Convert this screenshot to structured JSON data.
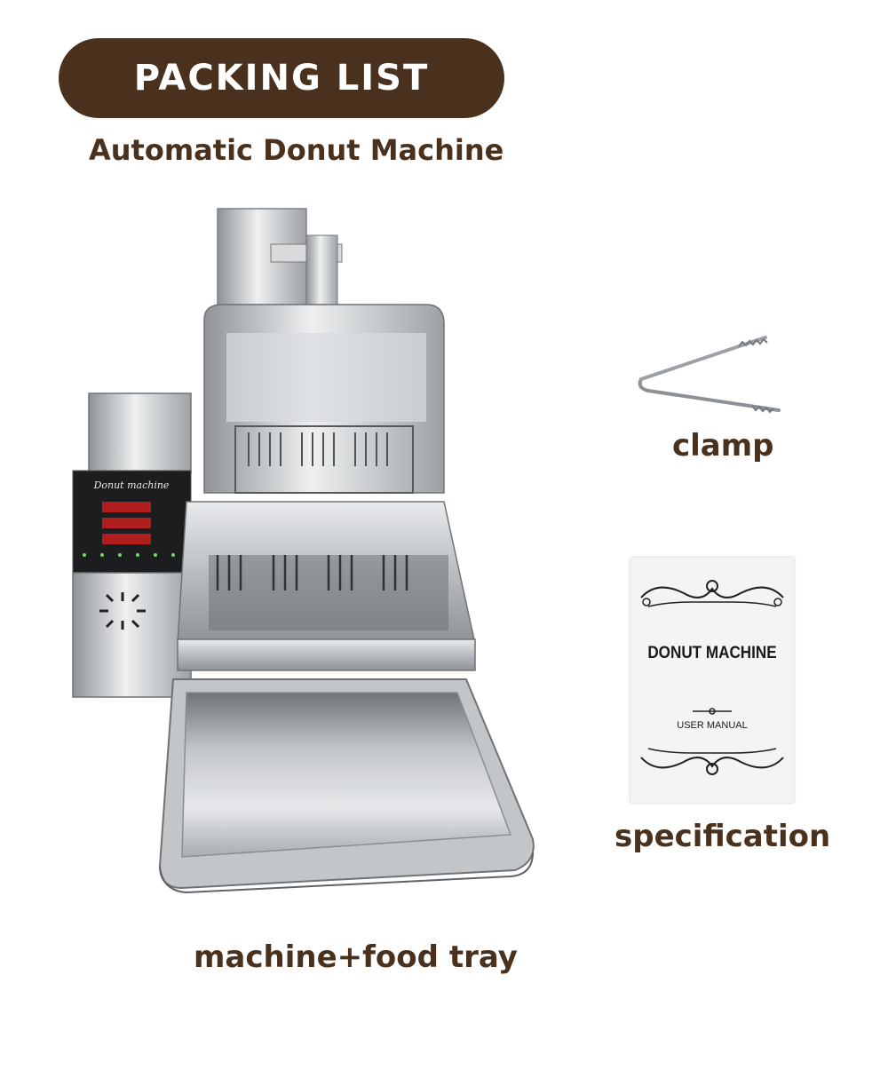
{
  "banner": {
    "title": "PACKING LIST"
  },
  "subtitle": "Automatic Donut Machine",
  "items": {
    "clamp": {
      "label": "clamp",
      "icon": "clamp-tongs-icon"
    },
    "specification": {
      "label": "specification",
      "icon": "user-manual-booklet-icon",
      "manual_title": "DONUT MACHINE",
      "manual_subtitle": "USER MANUAL"
    },
    "machine": {
      "label": "machine+food tray",
      "icon": "donut-machine-icon",
      "panel_brand": "Donut machine"
    }
  },
  "colors": {
    "brand_brown": "#4a311d",
    "background": "#ffffff",
    "steel": "#c9cccf"
  }
}
